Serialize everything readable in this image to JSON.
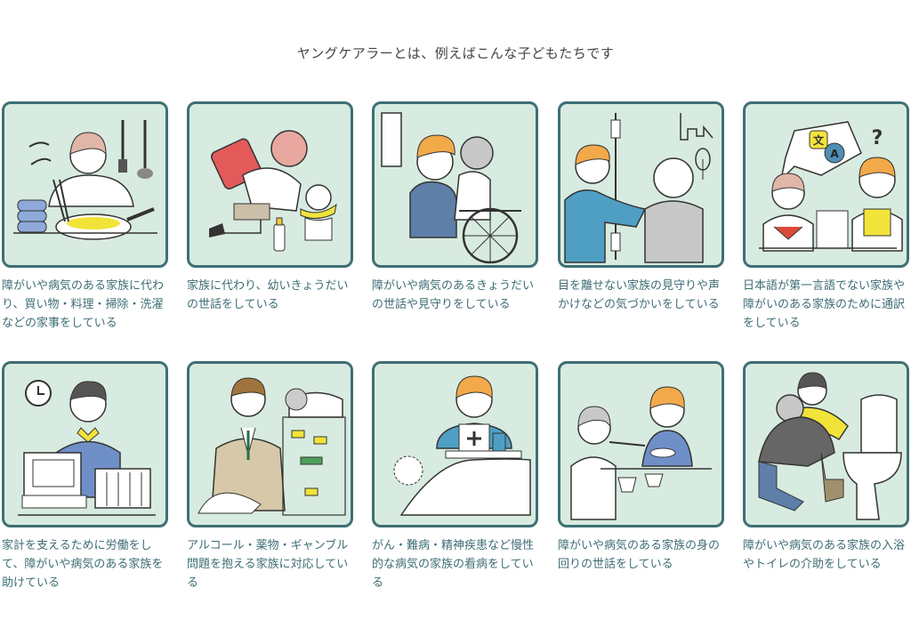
{
  "heading": "ヤングケアラーとは、例えばこんな子どもたちです",
  "colors": {
    "card_border": "#3f6f74",
    "card_background": "#d8ebe0",
    "caption_text": "#3e6d75"
  },
  "cards": [
    {
      "illustration": "cooking-icon",
      "caption": "障がいや病気のある家族に代わり、買い物・料理・掃除・洗濯などの家事をしている"
    },
    {
      "illustration": "sibling-care-icon",
      "caption": "家族に代わり、幼いきょうだいの世話をしている"
    },
    {
      "illustration": "wheelchair-icon",
      "caption": "障がいや病気のあるきょうだいの世話や見守りをしている"
    },
    {
      "illustration": "elderly-watch-icon",
      "caption": "目を離せない家族の見守りや声かけなどの気づかいをしている"
    },
    {
      "illustration": "translation-icon",
      "caption": "日本語が第一言語でない家族や障がいのある家族のために通訳をしている"
    },
    {
      "illustration": "cashier-work-icon",
      "caption": "家計を支えるために労働をして、障がいや病気のある家族を助けている"
    },
    {
      "illustration": "alcohol-problem-icon",
      "caption": "アルコール・薬物・ギャンブル問題を抱える家族に対応している"
    },
    {
      "illustration": "nursing-icon",
      "caption": "がん・難病・精神疾患など慢性的な病気の家族の看病をしている"
    },
    {
      "illustration": "feeding-icon",
      "caption": "障がいや病気のある家族の身の回りの世話をしている"
    },
    {
      "illustration": "bathing-toilet-icon",
      "caption": "障がいや病気のある家族の入浴やトイレの介助をしている"
    }
  ],
  "icon_labels": {
    "translate_kanji": "文",
    "translate_latin": "A",
    "question_mark": "?"
  }
}
